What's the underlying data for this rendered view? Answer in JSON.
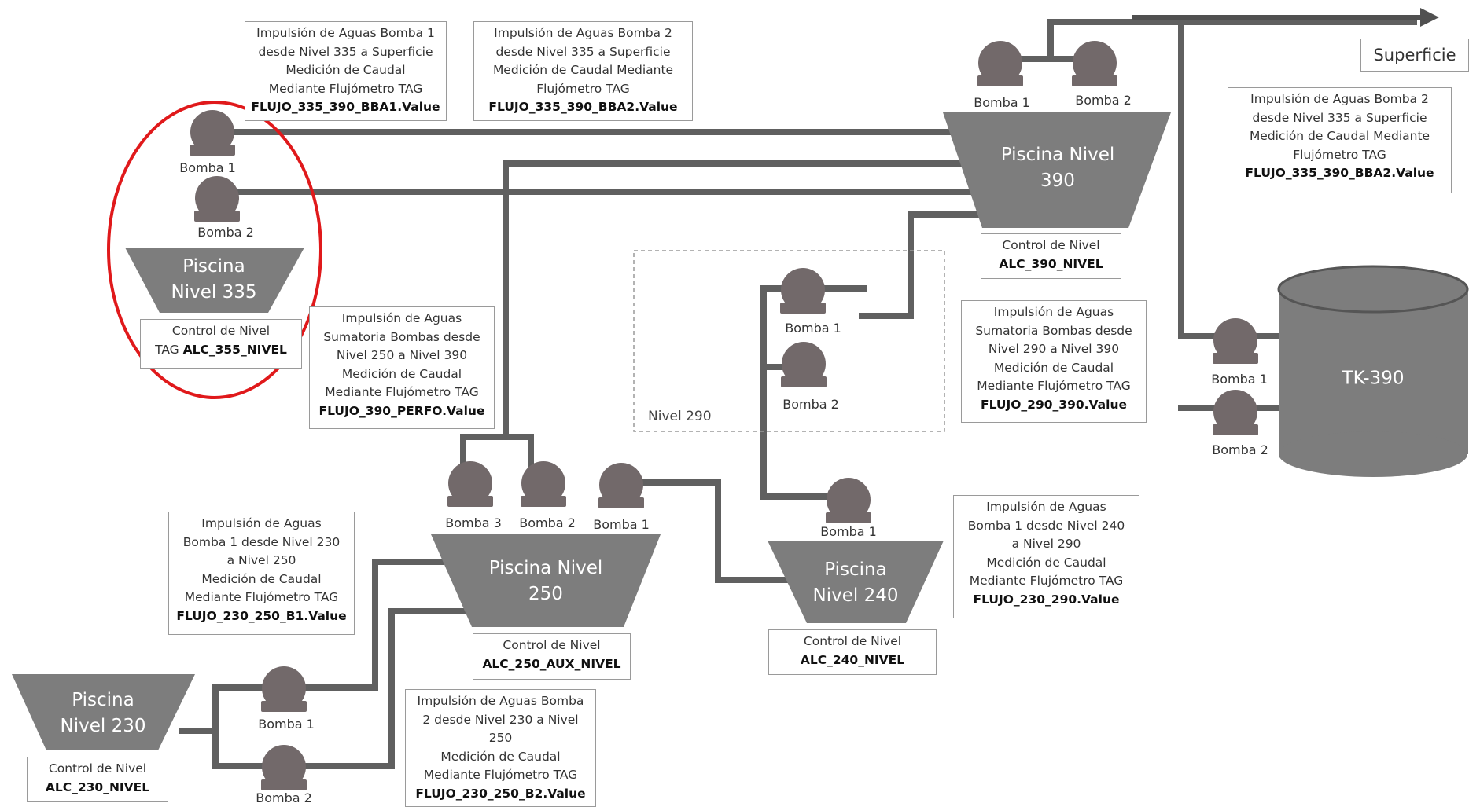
{
  "superficie_label": "Superficie",
  "nivel_290_label": "Nivel 290",
  "tank_label": "TK-390",
  "pools": {
    "p390": [
      "Piscina  Nivel",
      "390"
    ],
    "p335": [
      "Piscina",
      "Nivel 335"
    ],
    "p250": [
      "Piscina  Nivel",
      "250"
    ],
    "p240": [
      "Piscina",
      "Nivel 240"
    ],
    "p230": [
      "Piscina",
      "Nivel 230"
    ]
  },
  "pumps": {
    "sup_b1": "Bomba 1",
    "sup_b2": "Bomba 2",
    "p335_b1": "Bomba 1",
    "p335_b2": "Bomba 2",
    "n290_b1": "Bomba 1",
    "n290_b2": "Bomba 2",
    "tk_b1": "Bomba 1",
    "tk_b2": "Bomba 2",
    "p250_b3": "Bomba 3",
    "p250_b2": "Bomba 2",
    "p250_b1": "Bomba 1",
    "p240_b1": "Bomba 1",
    "p230_b1": "Bomba 1",
    "p230_b2": "Bomba 2"
  },
  "boxes": {
    "bba1": {
      "lines": [
        "Impulsión de Aguas Bomba 1",
        "desde Nivel 335 a Superficie",
        "Medición de Caudal",
        "Mediante Flujómetro TAG"
      ],
      "tag": "FLUJO_335_390_BBA1.Value"
    },
    "bba2": {
      "lines": [
        "Impulsión de Aguas Bomba 2",
        "desde Nivel 335 a Superficie",
        "Medición de Caudal Mediante",
        "Flujómetro TAG"
      ],
      "tag": "FLUJO_335_390_BBA2.Value"
    },
    "bba2_right": {
      "lines": [
        "Impulsión de Aguas Bomba 2",
        "desde Nivel 335 a Superficie",
        "Medición de Caudal Mediante",
        "Flujómetro TAG"
      ],
      "tag": "FLUJO_335_390_BBA2.Value"
    },
    "ctrl390": {
      "lines": [
        "Control de Nivel"
      ],
      "tag": "ALC_390_NIVEL"
    },
    "ctrl335": {
      "line": "Control de Nivel",
      "prefix": "TAG ",
      "tag": "ALC_355_NIVEL"
    },
    "perfo": {
      "lines": [
        "Impulsión de Aguas",
        "Sumatoria Bombas desde",
        "Nivel 250 a Nivel 390",
        "Medición de Caudal",
        "Mediante Flujómetro TAG"
      ],
      "tag": "FLUJO_390_PERFO.Value"
    },
    "f290": {
      "lines": [
        "Impulsión de Aguas",
        "Sumatoria Bombas desde",
        "Nivel 290 a Nivel 390",
        "Medición de Caudal",
        "Mediante Flujómetro TAG"
      ],
      "tag": "FLUJO_290_390.Value"
    },
    "b1_230_250": {
      "lines": [
        "Impulsión de Aguas",
        "Bomba 1 desde Nivel 230",
        "a Nivel 250",
        "Medición de Caudal",
        "Mediante Flujómetro TAG"
      ],
      "tag": "FLUJO_230_250_B1.Value"
    },
    "f230_290": {
      "lines": [
        "Impulsión de Aguas",
        "Bomba 1 desde Nivel 240",
        "a Nivel 290",
        "Medición de Caudal",
        "Mediante Flujómetro TAG"
      ],
      "tag": "FLUJO_230_290.Value"
    },
    "ctrl250": {
      "lines": [
        "Control de Nivel"
      ],
      "tag": "ALC_250_AUX_NIVEL"
    },
    "ctrl240": {
      "lines": [
        "Control de Nivel"
      ],
      "tag": "ALC_240_NIVEL"
    },
    "b2_230_250": {
      "lines": [
        "Impulsión de Aguas Bomba",
        "2 desde Nivel 230 a Nivel",
        "250",
        "Medición de Caudal",
        "Mediante Flujómetro TAG"
      ],
      "tag": "FLUJO_230_250_B2.Value"
    },
    "ctrl230": {
      "lines": [
        "Control de Nivel"
      ],
      "tag": "ALC_230_NIVEL"
    }
  },
  "colors": {
    "pipe": "#606060",
    "pool": "#7d7d7d",
    "pump": "#72696a",
    "highlight": "#e0191b"
  }
}
